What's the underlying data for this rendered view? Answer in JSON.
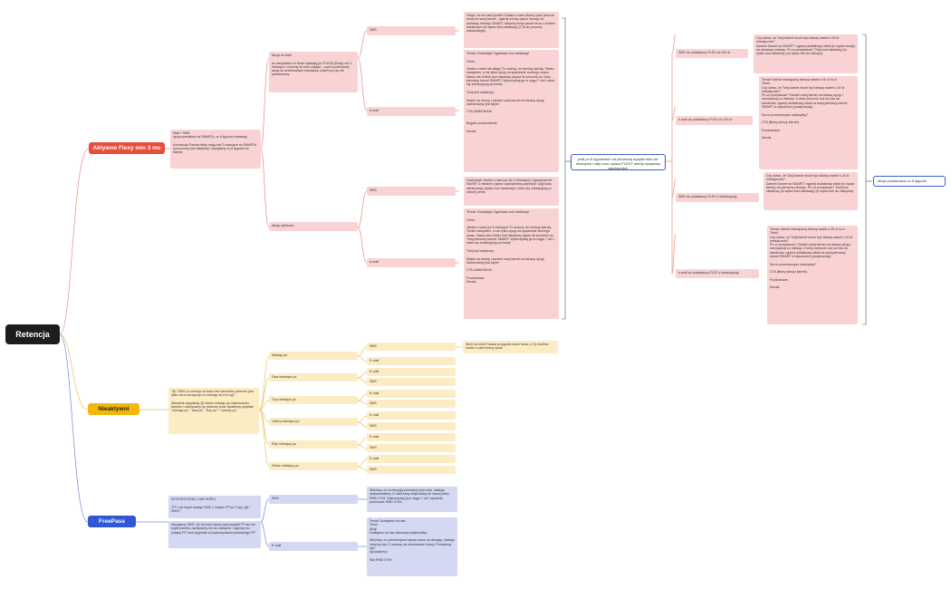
{
  "root": {
    "label": "Retencja"
  },
  "branches": {
    "flexy": {
      "label": "Aktywne Flexy min 3 mc"
    },
    "inactive": {
      "label": "Nieaktywni"
    },
    "freepass": {
      "label": "FreePass"
    }
  },
  "flexy": {
    "desc": "Mail + SMS\nopcja przedłuża na SMARTy, co 8 tyg kod rabatowy\n\nKonwersja Flexów który mają min 3 miesiące na SMARTa dorzucamy kod rabatowy i wysyłamy co 8 tygodni do klienta",
    "akcja_start": {
      "label": "Akcja na start\n\ndo wszystkich co teraz opłacają już FLEXA (Busy) niż 3 miesiące i chcemy do nich zdążać - czyli na pierwszej akcja do archiwalnych transakcji- potem już go nie powtarzamy",
      "sms_label": "SMS",
      "sms_text": "Dzięki, że ze nami jesteś! Zostań z nami dłużej i płać jeszcze mniej za swój karnet - zgarnij zniżkę (wpisz kwotę) na pierwszy miesiąc SMART. Aktywuj teraz karnet teraz z kodem rabatowym (tu wpisz kod rabatowy) (CTA do procesu zakupowego)",
      "email_label": "e-mail",
      "email_text": "Temat: Gratulacje! Zgarniasz kod rabatowy!\n\nTreść:\n\nJesteś z nami tak długo! To znaczy, że trening stał się Twoim nawykiem, a nie tylko opcją na spędzanie wolnego czasu. Mamy dla Ciebie kod rabatowy (wpisz ile procent) na Twój pierwszy karnet SMART. Wykorzystaj go w ciągu 7 dni i ciesz się subskrypcją za mniej!\n\nTwój kod rabatowy:\n\nWejdź na stronę i zamień swój karnet na tańszą opcję. Zamieniamy jest fajne!\n\nCTA ZAMIENIAM\n\n\nBogate pozdrowienia\n\nKarola"
    },
    "akcja_cykliczna": {
      "label": "Akcja cykliczna",
      "sms_label": "SMS",
      "sms_text": "Gratulacje! Jesteś z nami już (tu 3 miesiące)! Zgarnij karnet SMART z rabatem (wpisz odpowiednią wartość)! Użyj kodu rabatowego (wpisz kod rabatowy) i ciesz się subskrypcją w niższej cenie.",
      "email_label": "e-mail",
      "email_text": "Temat: Gratulacje! Zgarniasz kod rabatowy!\n\nTreść:\n\nJesteś z nami już 3 miesiące! To znaczy, że trening stał się Twoim nawykiem, a nie tylko opcją na spędzanie wolnego czasu. Mamy dla Ciebie kod rabatowy (wpisz ile procent) na Twój pierwszy karnet SMART. Wykorzystaj go w ciągu 7 dni i ciesz się subskrypcją za mniej!\n\nTwój kod rabatowy:\n\nWejdź na stronę i zamień swój karnet na tańszą opcję. Zamieniamy jest fajne!\n\nCTA ZAMIENIAM\n\nPozdrawiam\nKarola"
    }
  },
  "bridge": {
    "text": "jeśli po 8 tygodniach od pierwszej wysyłki ktoś nie skorzysta i cały czas opłaca FLEXY wtedy wysyłamy wiadomości:"
  },
  "flex_followups": {
    "sms149": {
      "label": "SMS do posiadaczy FLEX za 149 zł",
      "text": "Czy wiesz, że Twój karnet może być tańszy nawet o 40 zł miesięcznie?\nZamień karnet na SMART i zgarnij dodatkowy rabat (tu wpisz kwotę) na pierwszy miesiąc. Po co przepłacać? Twój kod rabatowy (tu wpisz kod rabatowy) (tu wpisz link do zakupu)."
    },
    "email149": {
      "label": "e-mail do posiadaczy FLEX za 149 zł",
      "text": "Temat: Karnet miesięczny tańszy nawet o 40 zł m-c!\nTreść:\nCzy wiesz, że Twój karnet może być tańszy nawet o 40 zł miesięcznie?\nPo co przepłacać? Zamień swój karnet na tańszą opcję i oszczędzaj co miesiąc. A żeby dorzucić coś od nas do skarbonki, zgarnij dodatkowy rabat na swój pierwszy karnet SMART w wysokości (podaj kwotę).\n\nNa co przeznaczysz nadwyżkę?\n\nCTA (Bierę tańszy karnet)\n\nPozdrawiam\n\nKarola"
    },
    "smsSub": {
      "label": "SMS do posiadaczy FLEX z subskrypcją",
      "text": "Czy wiesz, że Twój karnet może być tańszy nawet o 20 zł miesięcznie?\nZamień karnet na SMART i zgarnij dodatkowy rabat (tu wpisz kwotę) na pierwszy miesiąc. Po co przepłacać? Twój kod rabatowy (tu wpisz kod rabatowy) (tu wpisz link do zakupów)."
    },
    "emailSub": {
      "label": "e-mail do posiadaczy FLEX z subskrypcją",
      "text": "Temat: Karnet miesięczny tańszy nawet o 20 zł m-c!\nTreść:\nCzy wiesz, że Twój karnet może być tańszy nawet o 20 zł miesięcznie?\nPo co przepłacać? Zamień swój karnet na tańszą opcję i oszczędzaj co miesiąc. A żeby dorzucić coś od nas do skarbonki, zgarnij dodatkowy rabat na swój pierwszy karnet SMART w wysokości (podaj kwotę).\n\nNa co przeznaczysz nadwyżkę?\n\nCTA (Bierę tańszy karnet)\n\nPozdrawiam\n\nKarola"
    }
  },
  "repeat_note": {
    "text": "akcja powtarzana co 8 tygodni"
  },
  "inactive": {
    "desc": "\"@ i SMS co miesiąc do ludzi bez karnetów (obecnie jest tylko raz a ma łączyć co miesiąc do 6 m-cy)\"\n\nAktualnie wysyłamy @ równo miesiąc po zakończeniu karnetu i zachęcamy do powrotu teraz będziemy wysyłać \"miesiąc po\", \"dwa po\", \"trzy po\" i \"czwory po\"",
    "months": [
      {
        "label": "Miesiąc po",
        "ch1": "SMS",
        "ch2": "E-mail",
        "note": "Wróć do mnie! Nasza przygoda może trwać, a Ty możesz zrobić z nami formę życia."
      },
      {
        "label": "Dwa miesiące po",
        "ch1": "E-mail",
        "ch2": "SMS"
      },
      {
        "label": "Trzy miesiące po",
        "ch1": "E-mail",
        "ch2": "SMS"
      },
      {
        "label": "Cztery miesiące po",
        "ch1": "E-mail",
        "ch2": "SMS"
      },
      {
        "label": "Pięć miesięcy po",
        "ch1": "E-mail",
        "ch2": "SMS"
      },
      {
        "label": "Sześć miesięcy po",
        "ch1": "E-mail",
        "ch2": "SMS"
      }
    ]
  },
  "freepass": {
    "desc1": "WYKORZYSTALI I NIE KUPILI\n\n\"FP i nie kupili dostaje SMS z nowym FP po 3 tyg. (@ i SMS)\"",
    "desc2": "Wysyłamy SMS i @ do ludzi którzy wykorzystali FP ale nie kupili karnetu zachęcamy ich do zakupów i dajemy mu kolejny FP, dwa tygodnie od wykorzystania pierwszego FP.",
    "sms_label": "SMS",
    "sms_text": "Widzimy, że na decyzję potrzebny jest czas, dlatego aktywowaliśmy Ci darmową wejściówkę do naszej sieci RMD GYM. Wykorzystaj ją w ciągu 7 dni i sprawdź porowanie RMD GYM.",
    "email_label": "E-mail",
    "email_text": "Temat: Dostajesz od nas...\nTreść:\nAhoj!\nDostajesz od nas darmową wejściówkę!\n\nWidzimy, że potrzebujesz więcej czasu na decyzję, dlatego chcemy dać Ci szansę na zbudowanie relacji. Pokażemy się?\nSprawdźmy!\n\nSiła RMD GYM"
  },
  "colors": {
    "red": "#e74c3c",
    "yellow": "#f1b80a",
    "blue": "#2f57d6",
    "root": "#1d1d1d",
    "line_red": "#e88b80",
    "line_yellow": "#e8c45a",
    "line_blue": "#6f86e0"
  }
}
